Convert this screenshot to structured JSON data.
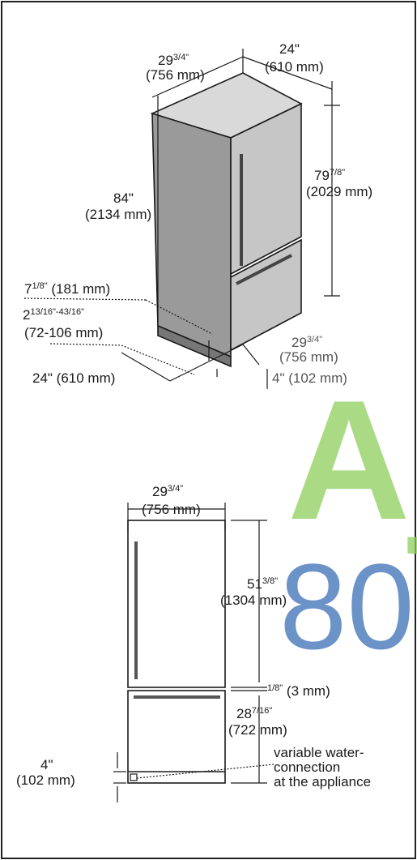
{
  "top": {
    "width": {
      "a": "29",
      "b": "3/4\"",
      "c": "(756 mm)"
    },
    "depth": {
      "a": "24\"",
      "b": "(610 mm)"
    },
    "height_left": {
      "a": "84\"",
      "b": "(2134 mm)"
    },
    "height_right": {
      "a": "79",
      "b": "7/8\"",
      "c": "(2029 mm)"
    },
    "toe": {
      "a": "7",
      "b": "1/8\"",
      "c": " (181 mm)"
    },
    "adjust": {
      "a": "2",
      "b": "13/16\"-4",
      "c": "3/16\"",
      "d": "(72-106 mm)"
    },
    "depth_bottom": "24\" (610 mm)",
    "width_bottom": {
      "a": "29",
      "b": "3/4\"",
      "c": "(756 mm)"
    },
    "base": "4\" (102 mm)"
  },
  "front": {
    "width": {
      "a": "29",
      "b": "3/4\"",
      "c": "(756 mm)"
    },
    "upper": {
      "a": "51",
      "b": "3/8\"",
      "c": "(1304 mm)"
    },
    "gap": {
      "a": "1/8\"",
      "b": " (3 mm)"
    },
    "lower": {
      "a": "28",
      "b": "7/16\"",
      "c": "(722 mm)"
    },
    "base": {
      "a": "4\"",
      "b": "(102 mm)"
    },
    "water": {
      "l1": "variable water-",
      "l2": "connection",
      "l3": "at the appliance"
    }
  },
  "watermark": {
    "w1": "Aj",
    "w2": "80",
    "color1": "#7cc242",
    "color2": "#1e5aa8"
  }
}
